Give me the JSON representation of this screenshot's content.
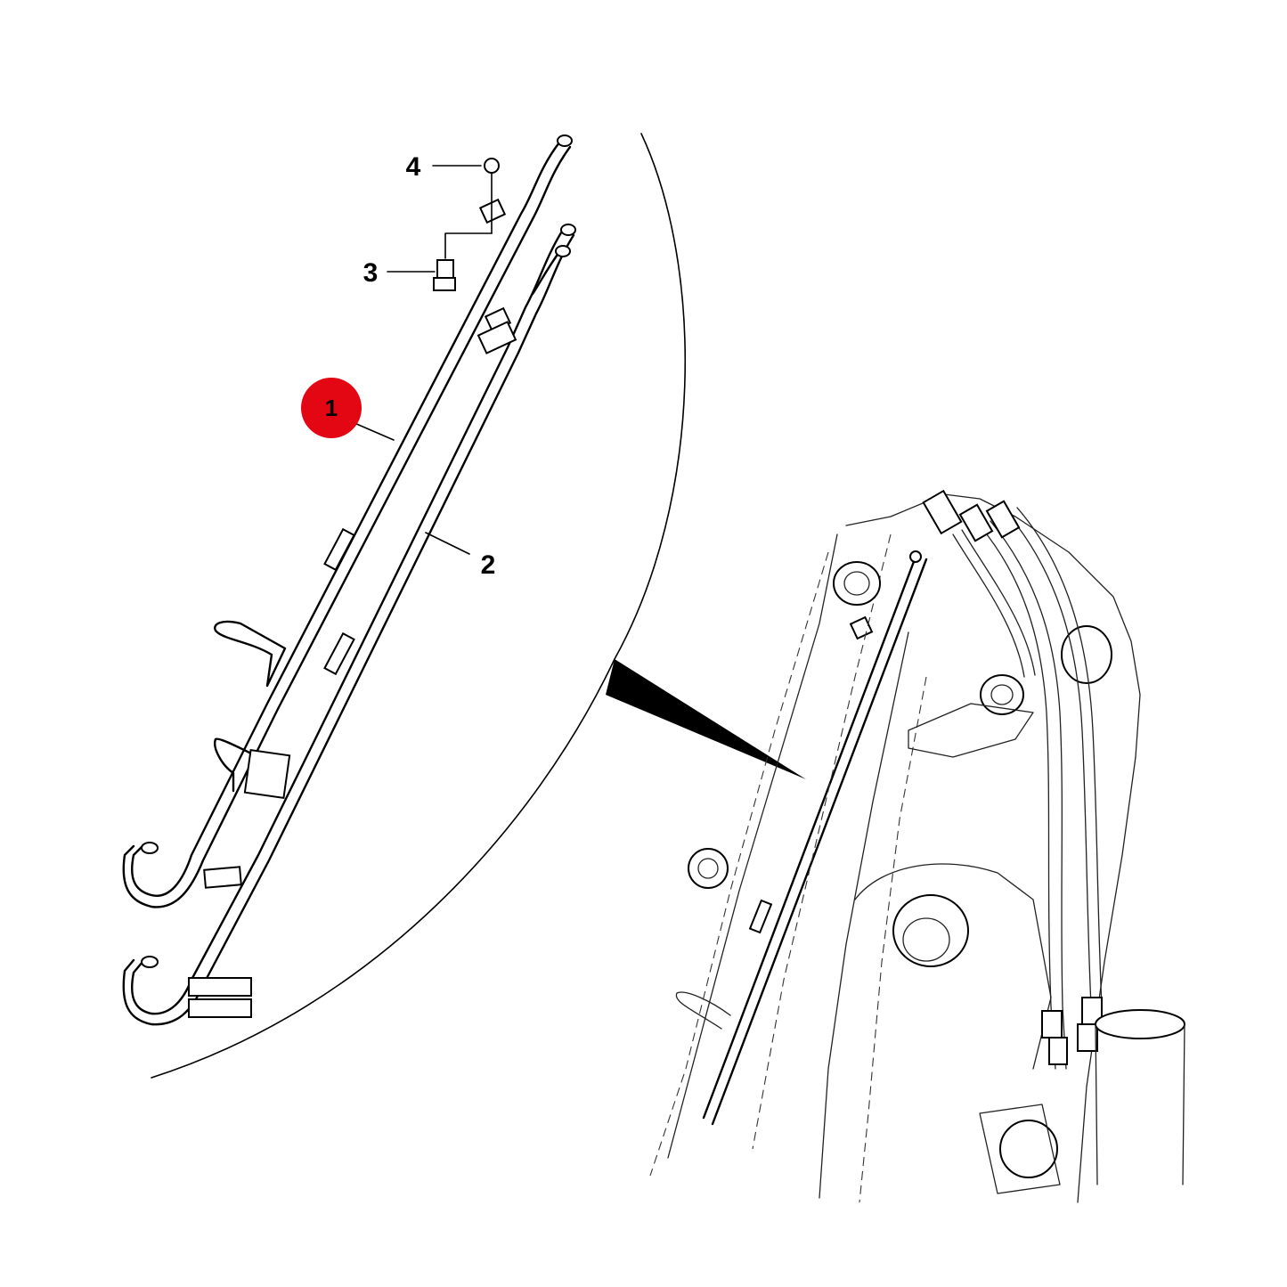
{
  "diagram": {
    "callouts": [
      {
        "id": "1",
        "label": "1",
        "highlighted": true
      },
      {
        "id": "2",
        "label": "2",
        "highlighted": false
      },
      {
        "id": "3",
        "label": "3",
        "highlighted": false
      },
      {
        "id": "4",
        "label": "4",
        "highlighted": false
      }
    ],
    "colors": {
      "highlight": "#e30613",
      "line": "#000000",
      "background": "#ffffff"
    }
  }
}
